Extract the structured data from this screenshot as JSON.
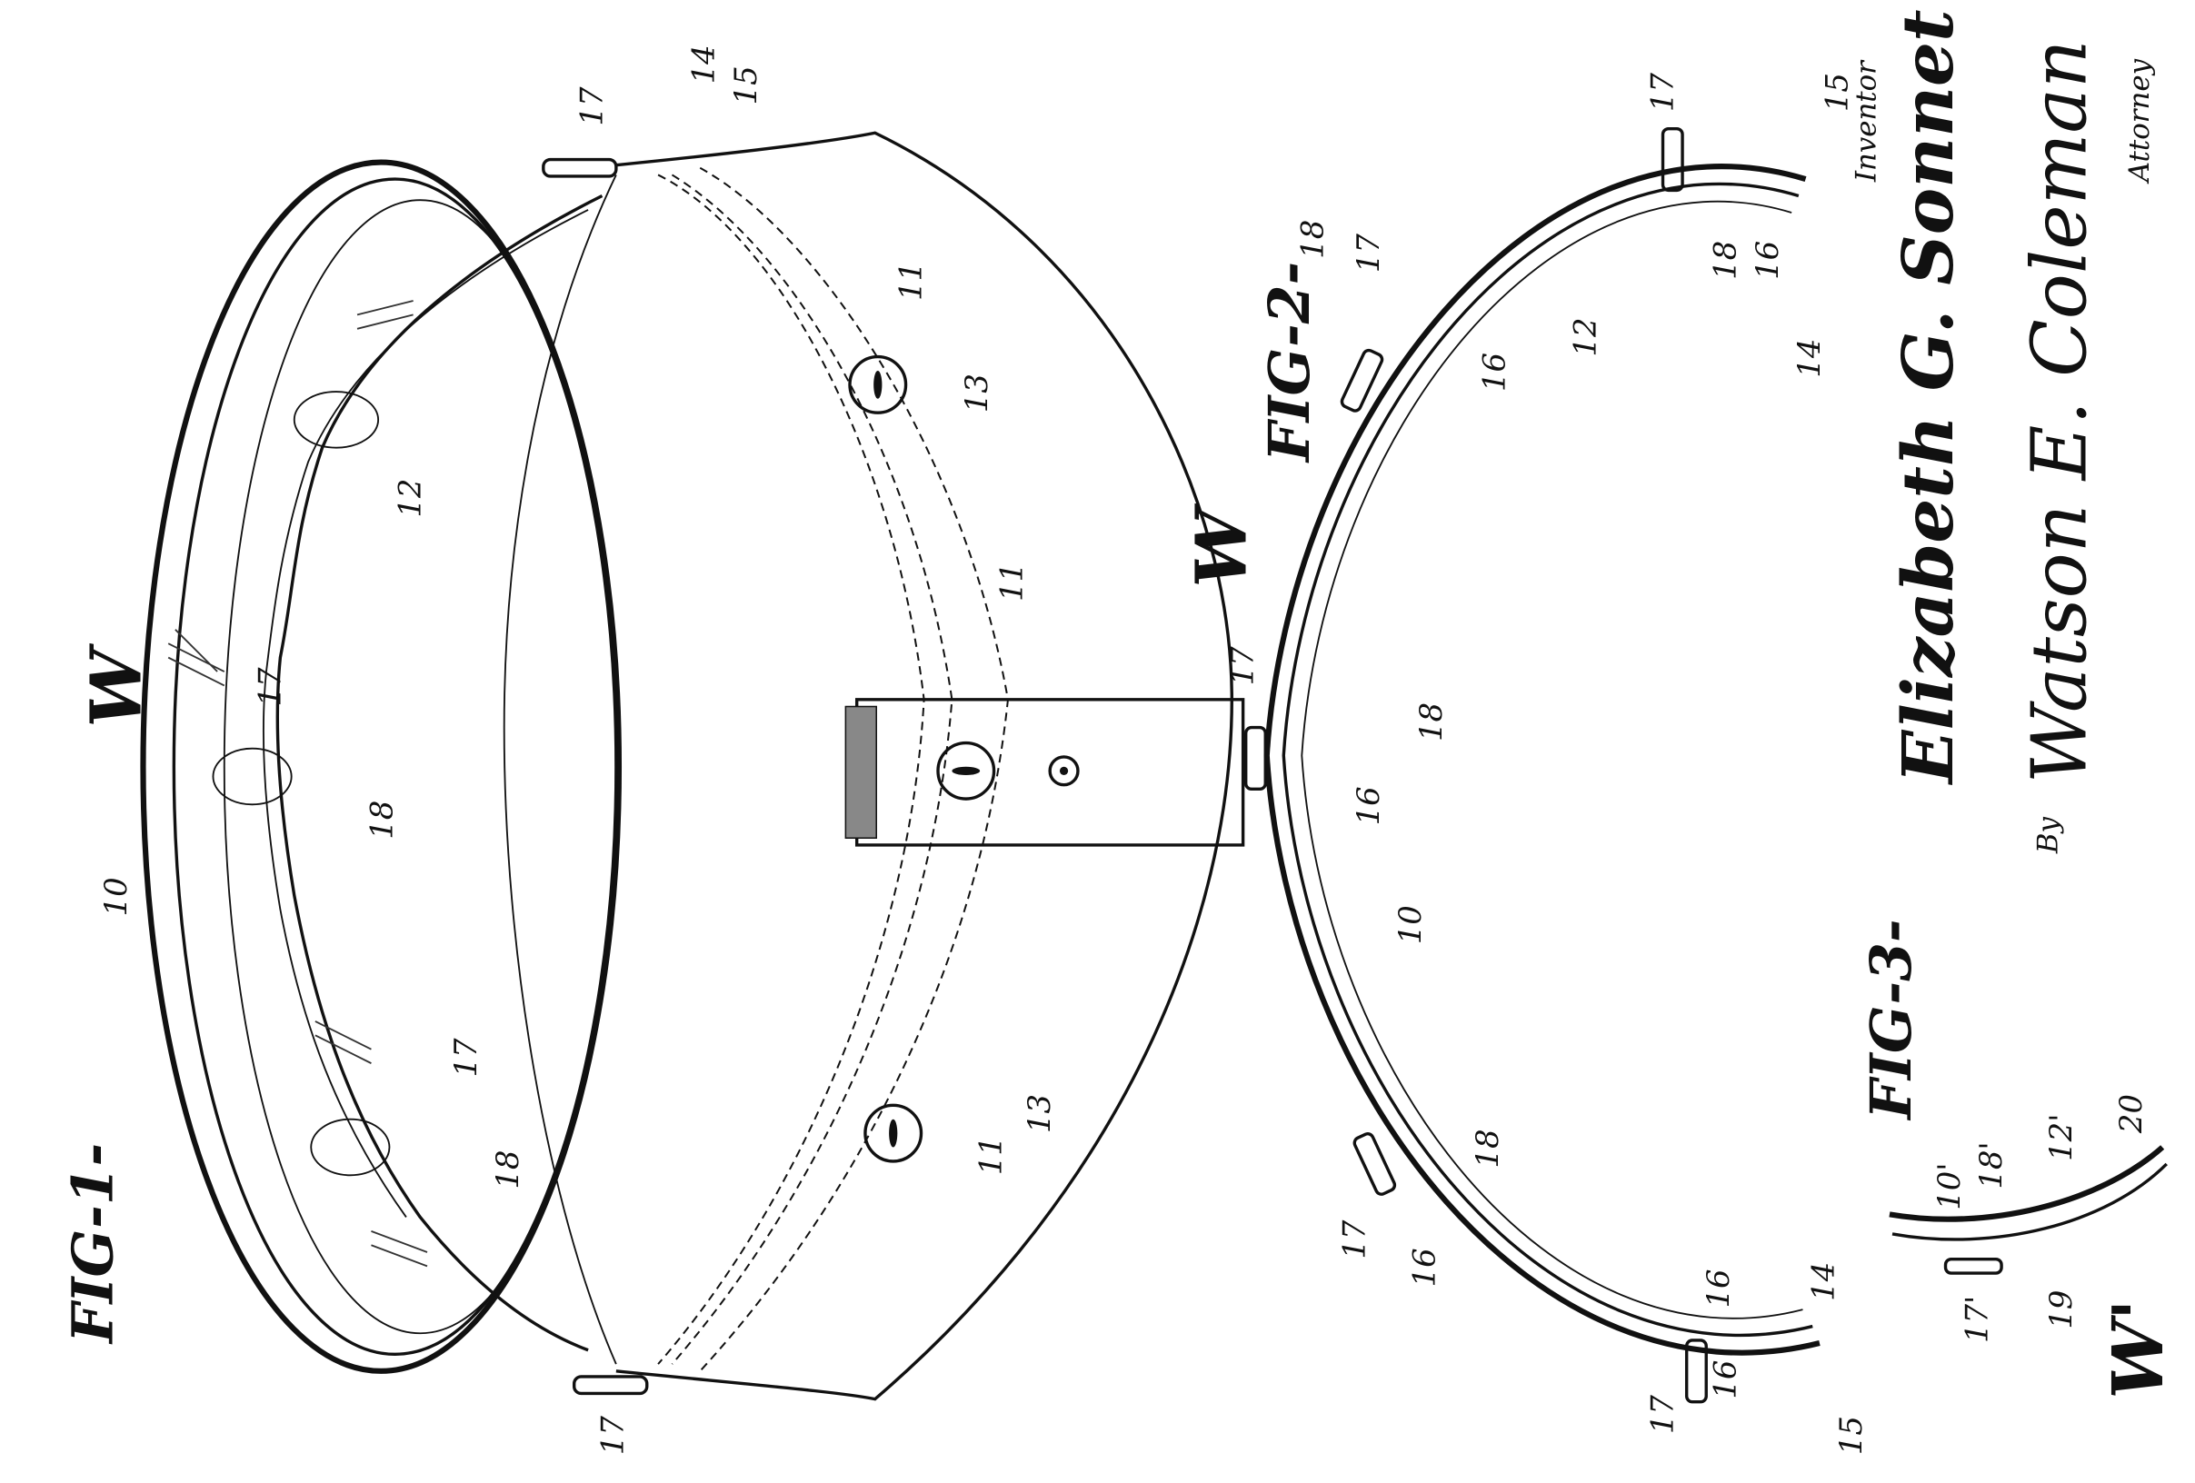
{
  "figures": {
    "fig1": {
      "title": "FIG-1-",
      "labels": [
        "W",
        "10",
        "17",
        "18",
        "17",
        "18",
        "12",
        "11",
        "13",
        "11",
        "11",
        "13",
        "14",
        "15",
        "17",
        "17"
      ]
    },
    "fig2": {
      "title": "FIG-2-",
      "labels": [
        "17",
        "15",
        "18",
        "16",
        "14",
        "12",
        "18",
        "17",
        "16",
        "W",
        "17",
        "18",
        "16",
        "10",
        "18",
        "16",
        "17",
        "16",
        "17",
        "16",
        "14",
        "15"
      ]
    },
    "fig3": {
      "title": "FIG-3-",
      "labels": [
        "10'",
        "18'",
        "12'",
        "20",
        "17'",
        "19",
        "W'"
      ]
    }
  },
  "signature_block": {
    "inventor_caption": "Inventor",
    "inventor_name": "Elizabeth G. Sonnet",
    "by": "By",
    "attorney_name": "Watson E. Coleman",
    "attorney_caption": "Attorney"
  }
}
